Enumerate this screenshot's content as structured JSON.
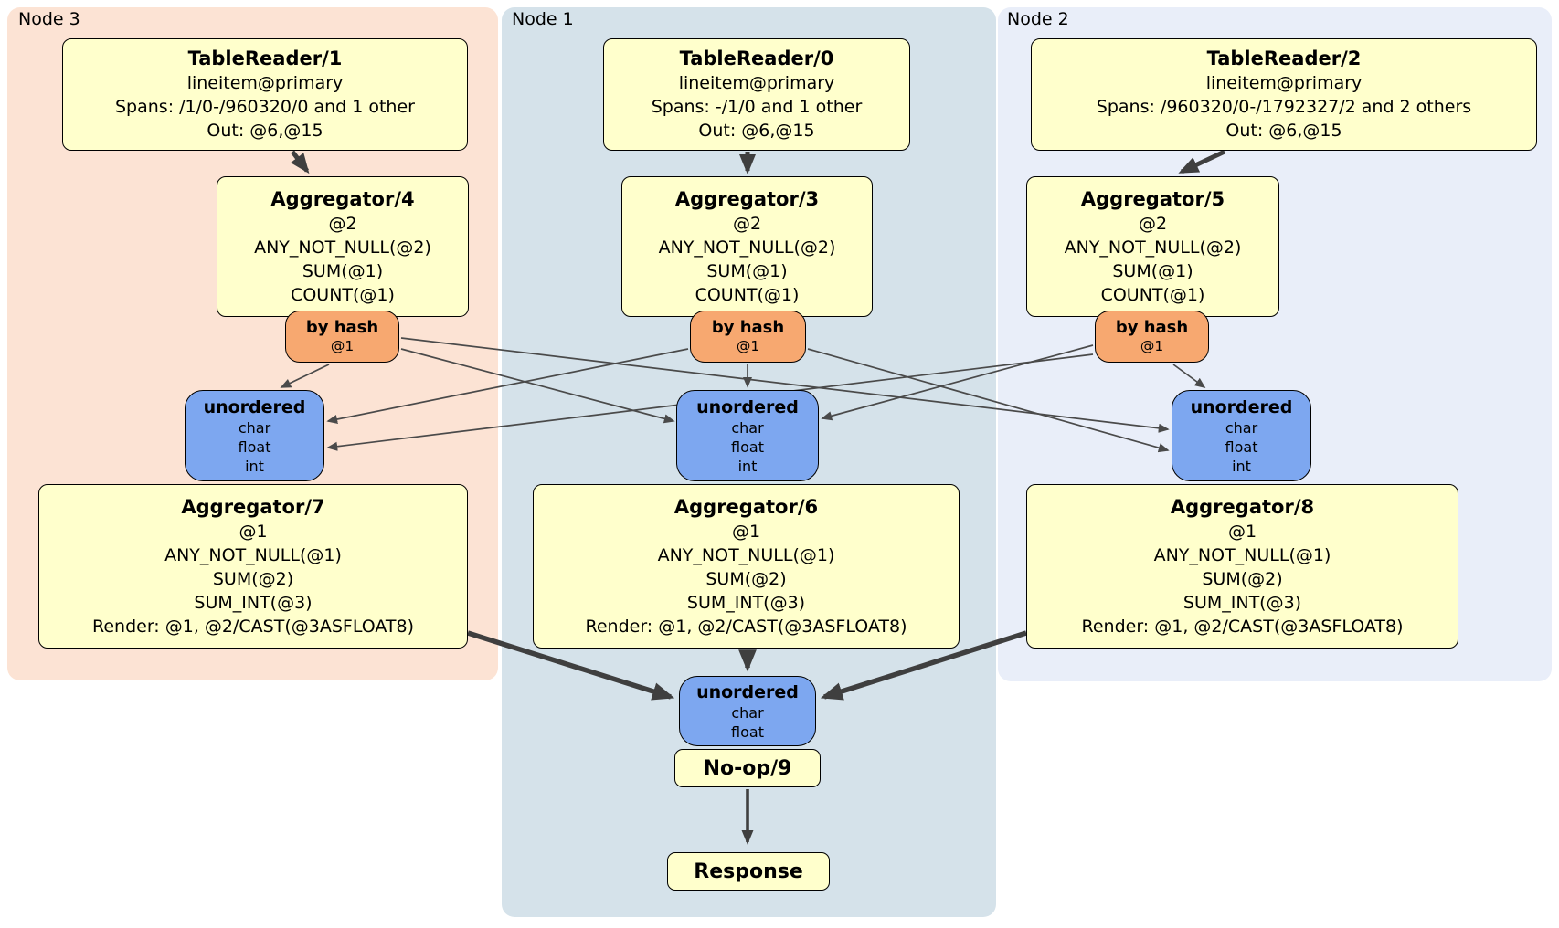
{
  "diagram_type": "distsql-plan",
  "panels": {
    "node3": {
      "label": "Node 3",
      "bg": "#fce3d4"
    },
    "node1": {
      "label": "Node 1",
      "bg": "#d5e2ea"
    },
    "node2": {
      "label": "Node 2",
      "bg": "#e9eef9"
    }
  },
  "colors": {
    "processor_box": "#ffffcc",
    "router_box": "#f7a870",
    "synchronizer_box": "#7da7f0",
    "edge_thin": "#4a4a4a",
    "edge_thick": "#3f3f3f",
    "border": "#000000"
  },
  "boxes": {
    "tr1": {
      "title": "TableReader/1",
      "lines": [
        "lineitem@primary",
        "Spans: /1/0-/960320/0 and 1 other",
        "Out: @6,@15"
      ]
    },
    "tr0": {
      "title": "TableReader/0",
      "lines": [
        "lineitem@primary",
        "Spans: -/1/0 and 1 other",
        "Out: @6,@15"
      ]
    },
    "tr2": {
      "title": "TableReader/2",
      "lines": [
        "lineitem@primary",
        "Spans: /960320/0-/1792327/2 and 2 others",
        "Out: @6,@15"
      ]
    },
    "agg4": {
      "title": "Aggregator/4",
      "lines": [
        "@2",
        "ANY_NOT_NULL(@2)",
        "SUM(@1)",
        "COUNT(@1)"
      ]
    },
    "agg3": {
      "title": "Aggregator/3",
      "lines": [
        "@2",
        "ANY_NOT_NULL(@2)",
        "SUM(@1)",
        "COUNT(@1)"
      ]
    },
    "agg5": {
      "title": "Aggregator/5",
      "lines": [
        "@2",
        "ANY_NOT_NULL(@2)",
        "SUM(@1)",
        "COUNT(@1)"
      ]
    },
    "hash3": {
      "title": "by hash",
      "lines": [
        "@1"
      ]
    },
    "hash1": {
      "title": "by hash",
      "lines": [
        "@1"
      ]
    },
    "hash2": {
      "title": "by hash",
      "lines": [
        "@1"
      ]
    },
    "sync3": {
      "title": "unordered",
      "lines": [
        "char",
        "float",
        "int"
      ]
    },
    "sync1": {
      "title": "unordered",
      "lines": [
        "char",
        "float",
        "int"
      ]
    },
    "sync2": {
      "title": "unordered",
      "lines": [
        "char",
        "float",
        "int"
      ]
    },
    "agg7": {
      "title": "Aggregator/7",
      "lines": [
        "@1",
        "ANY_NOT_NULL(@1)",
        "SUM(@2)",
        "SUM_INT(@3)",
        "Render: @1, @2/CAST(@3ASFLOAT8)"
      ]
    },
    "agg6": {
      "title": "Aggregator/6",
      "lines": [
        "@1",
        "ANY_NOT_NULL(@1)",
        "SUM(@2)",
        "SUM_INT(@3)",
        "Render: @1, @2/CAST(@3ASFLOAT8)"
      ]
    },
    "agg8": {
      "title": "Aggregator/8",
      "lines": [
        "@1",
        "ANY_NOT_NULL(@1)",
        "SUM(@2)",
        "SUM_INT(@3)",
        "Render: @1, @2/CAST(@3ASFLOAT8)"
      ]
    },
    "syncFinal": {
      "title": "unordered",
      "lines": [
        "char",
        "float"
      ]
    },
    "noop": {
      "title": "No-op/9"
    },
    "response": {
      "title": "Response"
    }
  }
}
